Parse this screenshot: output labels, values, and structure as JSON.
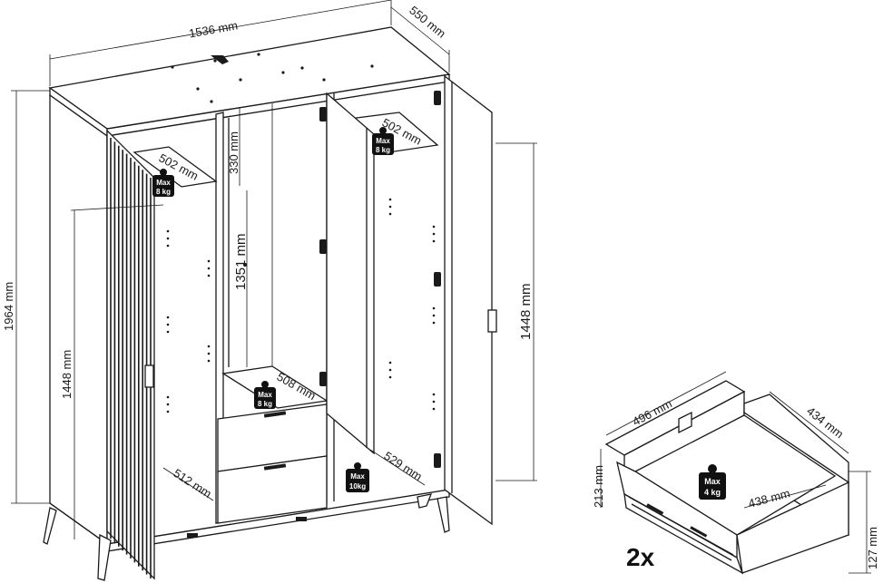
{
  "wardrobe": {
    "width": "1536 mm",
    "depth": "550 mm",
    "height_total": "1964 mm",
    "left_door_height": "1448 mm",
    "right_door_height": "1448 mm",
    "top_compartment_height": "330 mm",
    "hanging_height": "1351 mm",
    "shelf_left_depth": "502 mm",
    "shelf_right_depth": "502 mm",
    "middle_shelf_depth": "508 mm",
    "left_bottom_depth": "512 mm",
    "right_bottom_depth": "529 mm"
  },
  "load_badges": [
    {
      "max": "Max",
      "load": "8 kg"
    },
    {
      "max": "Max",
      "load": "8 kg"
    },
    {
      "max": "Max",
      "load": "8 kg"
    },
    {
      "max": "Max",
      "load": "10kg"
    },
    {
      "max": "Max",
      "load": "4 kg"
    }
  ],
  "drawer": {
    "width": "496 mm",
    "depth": "434 mm",
    "height": "213 mm",
    "inner_width": "438 mm",
    "inner_height": "127 mm",
    "quantity": "2x"
  }
}
